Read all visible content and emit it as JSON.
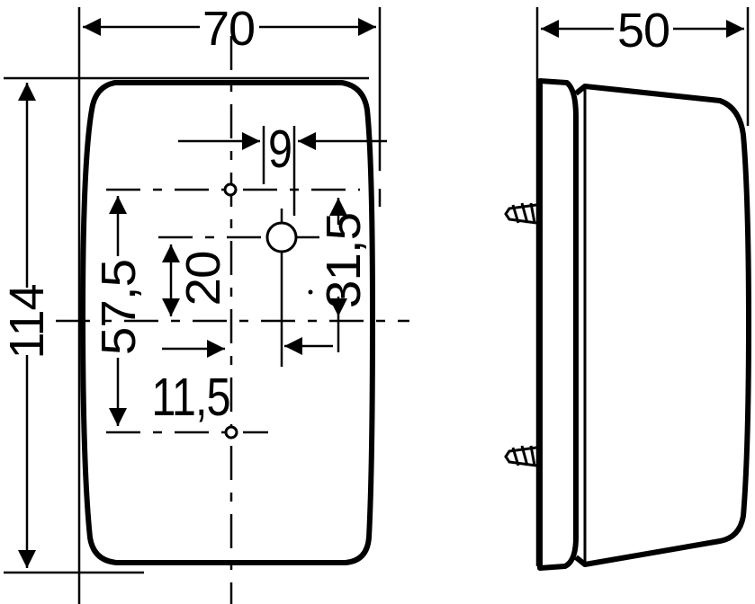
{
  "dimensions": {
    "front_width": "70",
    "front_height": "114",
    "hole_offset": "9",
    "hole_vertical": "31,5",
    "hole_spacing": "57,5",
    "center_offset": "20",
    "lower_offset": "11,5",
    "side_depth": "50"
  }
}
